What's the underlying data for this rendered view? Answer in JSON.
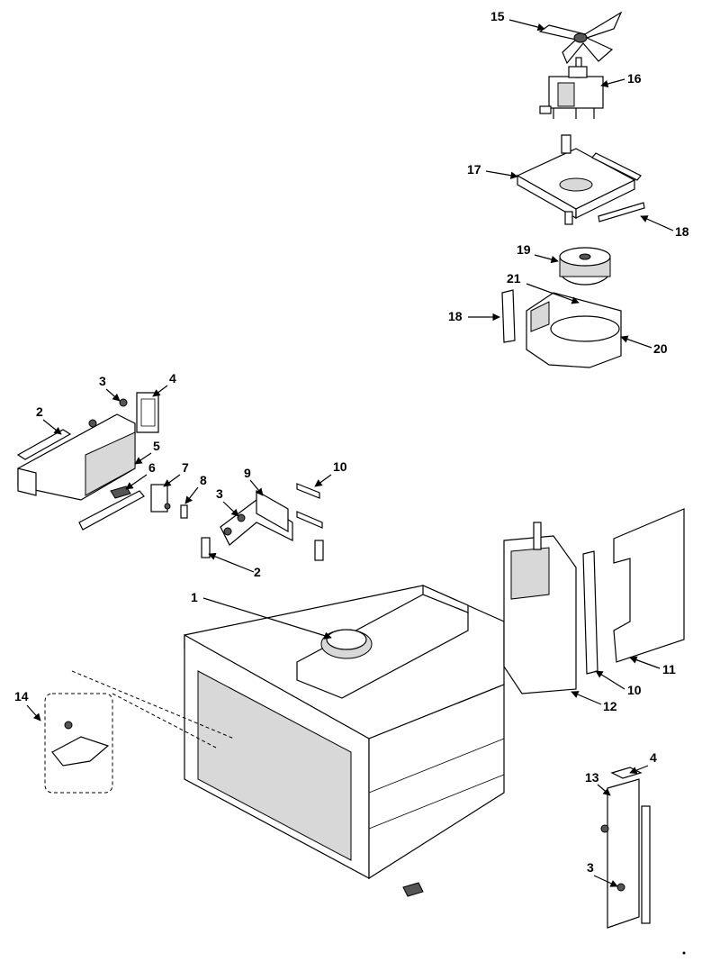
{
  "diagram": {
    "callouts": [
      {
        "id": "c1",
        "label": "1"
      },
      {
        "id": "c2a",
        "label": "2"
      },
      {
        "id": "c2b",
        "label": "2"
      },
      {
        "id": "c3a",
        "label": "3"
      },
      {
        "id": "c3b",
        "label": "3"
      },
      {
        "id": "c3c",
        "label": "3"
      },
      {
        "id": "c4a",
        "label": "4"
      },
      {
        "id": "c4b",
        "label": "4"
      },
      {
        "id": "c5",
        "label": "5"
      },
      {
        "id": "c6",
        "label": "6"
      },
      {
        "id": "c7",
        "label": "7"
      },
      {
        "id": "c8",
        "label": "8"
      },
      {
        "id": "c9",
        "label": "9"
      },
      {
        "id": "c10a",
        "label": "10"
      },
      {
        "id": "c10b",
        "label": "10"
      },
      {
        "id": "c11",
        "label": "11"
      },
      {
        "id": "c12",
        "label": "12"
      },
      {
        "id": "c13",
        "label": "13"
      },
      {
        "id": "c14",
        "label": "14"
      },
      {
        "id": "c15",
        "label": "15"
      },
      {
        "id": "c16",
        "label": "16"
      },
      {
        "id": "c17",
        "label": "17"
      },
      {
        "id": "c18a",
        "label": "18"
      },
      {
        "id": "c18b",
        "label": "18"
      },
      {
        "id": "c19",
        "label": "19"
      },
      {
        "id": "c20",
        "label": "20"
      },
      {
        "id": "c21",
        "label": "21"
      }
    ]
  }
}
